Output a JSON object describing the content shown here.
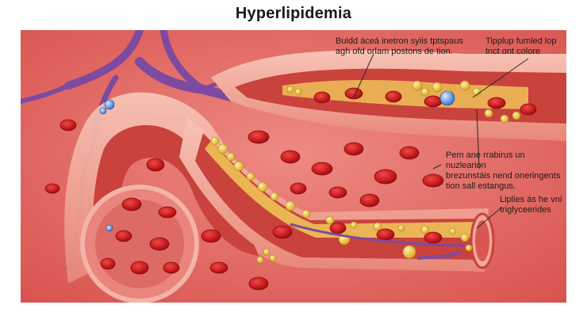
{
  "title": "Hyperlipidemia",
  "labels": {
    "top_left": "Buidd áceá inetron syiis tptspaus\nagh ofd orlam postons de tion.",
    "top_right": "Tipplup fumled lop\ntnct ont colore",
    "middle_right": "Pem ane rrabirus un nuzlearion\nbrezunstáis nend oneringents\ntion sall estangus.",
    "bottom_right": "Liplies ás he vni\ntriglyceerides"
  },
  "colors": {
    "background": "#e8736f",
    "vessel_wall": "#f3a89a",
    "lumen": "#c9423c",
    "plaque": "#f1c95a",
    "cell": "#c4161c",
    "nerve": "#7d4aa0"
  }
}
